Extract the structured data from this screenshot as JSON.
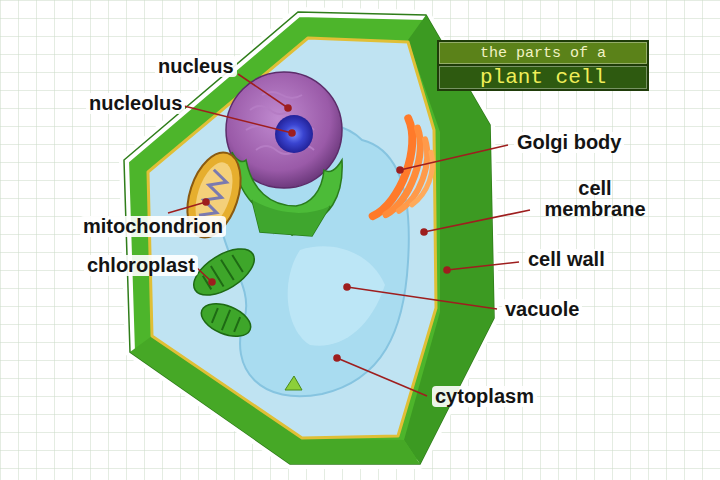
{
  "diagram": {
    "nodes": [
      {
        "text": [
          "the parts of a"
        ]
      },
      {
        "text": [
          "plant cell"
        ]
      }
    ],
    "labels": [
      "nucleus",
      "nucleolus",
      "Golgi body",
      "cell membrane",
      "cell wall",
      "mitochondrion",
      "chloroplast",
      "vacuole",
      "cytoplasm"
    ]
  }
}
